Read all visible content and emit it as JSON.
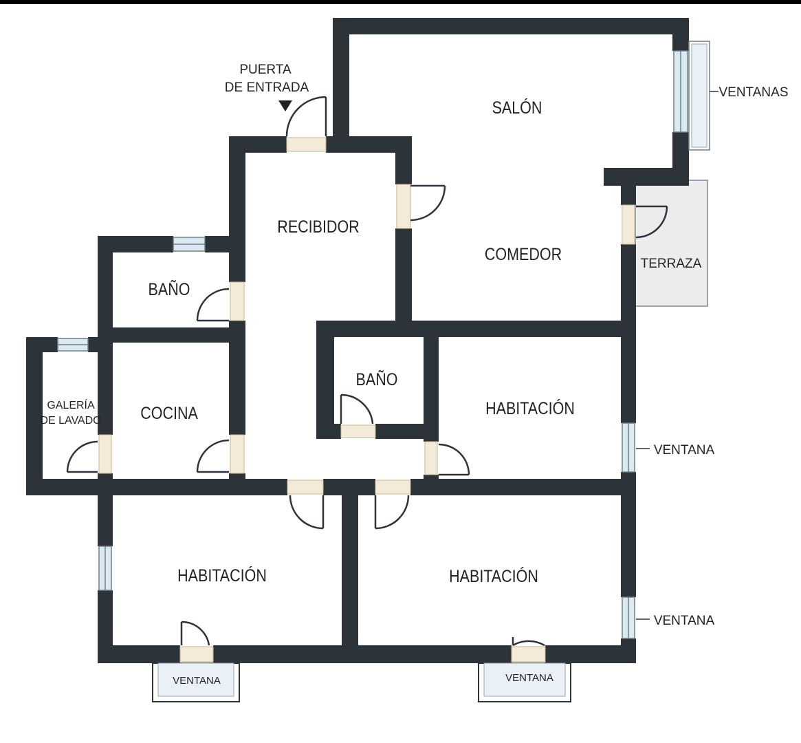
{
  "colors": {
    "wall": "#2c343a",
    "glass": "#dbe9f2",
    "terrace": "#ececec",
    "text": "#1f2328"
  },
  "rooms": {
    "salon": "SALÓN",
    "comedor": "COMEDOR",
    "terraza": "TERRAZA",
    "recibidor": "RECIBIDOR",
    "bano_1": "BAÑO",
    "bano_2": "BAÑO",
    "galeria_1": "GALERÍA",
    "galeria_2": "DE LAVADO",
    "cocina": "COCINA",
    "habitacion_1": "HABITACIÓN",
    "habitacion_2": "HABITACIÓN",
    "habitacion_3": "HABITACIÓN"
  },
  "labels": {
    "puerta_1": "PUERTA",
    "puerta_2": "DE ENTRADA",
    "ventanas": "VENTANAS",
    "ventana_right_1": "VENTANA",
    "ventana_right_2": "VENTANA",
    "ventana_bottom_1": "VENTANA",
    "ventana_bottom_2": "VENTANA"
  }
}
